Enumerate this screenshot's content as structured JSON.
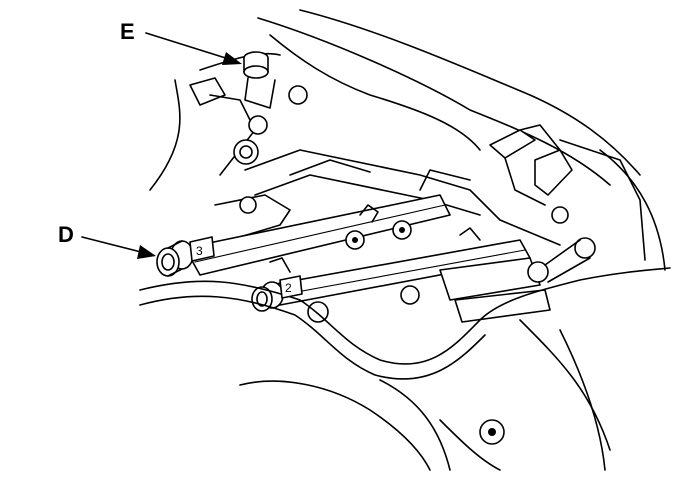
{
  "callouts": {
    "e": "E",
    "d": "D"
  },
  "injector_marks": {
    "first": "3",
    "second": "2"
  },
  "colors": {
    "ink": "#000000",
    "paper": "#ffffff"
  }
}
